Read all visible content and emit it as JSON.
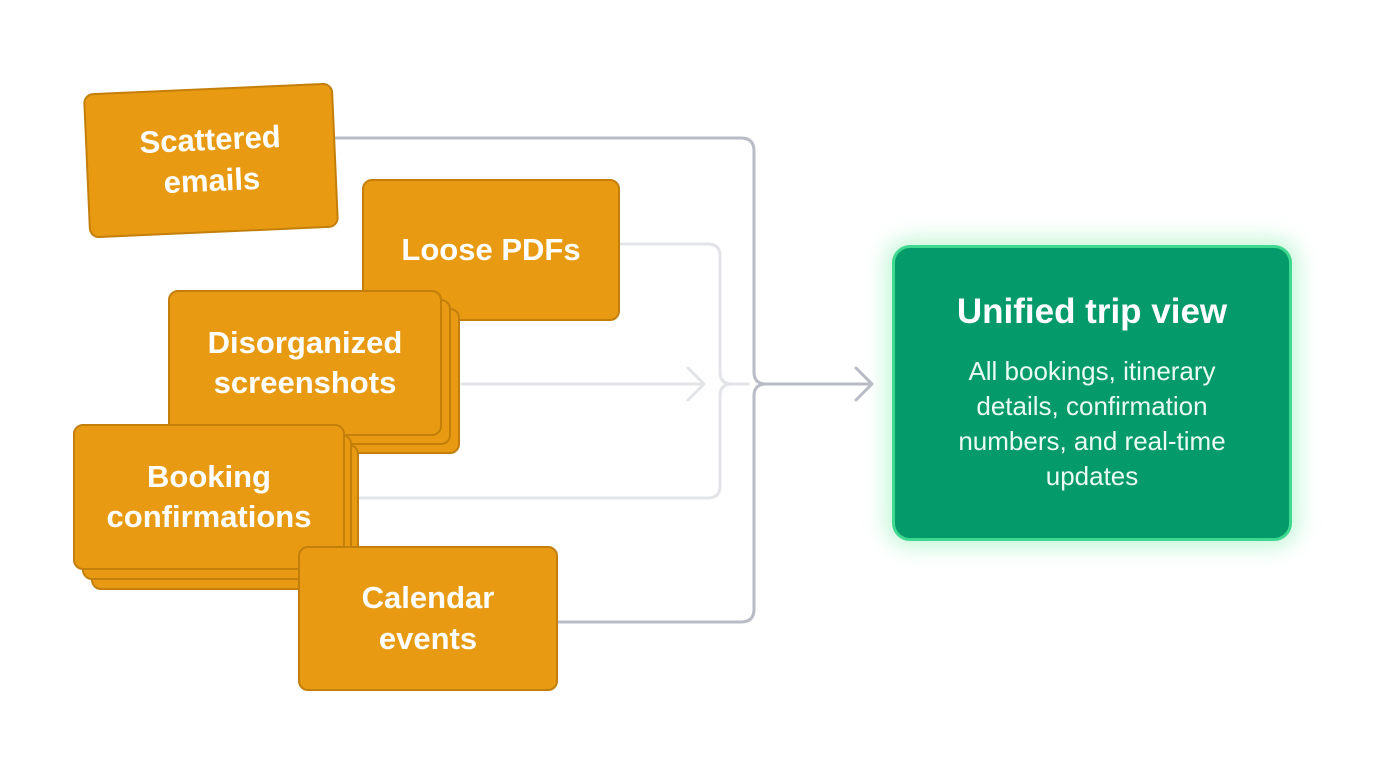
{
  "sources": {
    "emails": [
      "Scattered",
      "emails"
    ],
    "pdfs": [
      "Loose PDFs"
    ],
    "screenshots": [
      "Disorganized",
      "screenshots"
    ],
    "booking": [
      "Booking",
      "confirmations"
    ],
    "calendar": [
      "Calendar",
      "events"
    ]
  },
  "target": {
    "title": "Unified trip view",
    "description": "All bookings, itinerary details, confirmation numbers, and real-time updates"
  },
  "colors": {
    "source_fill": "#e89b12",
    "source_border": "#c47f0a",
    "target_fill": "#059a6a",
    "target_border": "#3fd890",
    "connector_dark": "#b9bbc6",
    "connector_light": "#e3e4e8"
  }
}
